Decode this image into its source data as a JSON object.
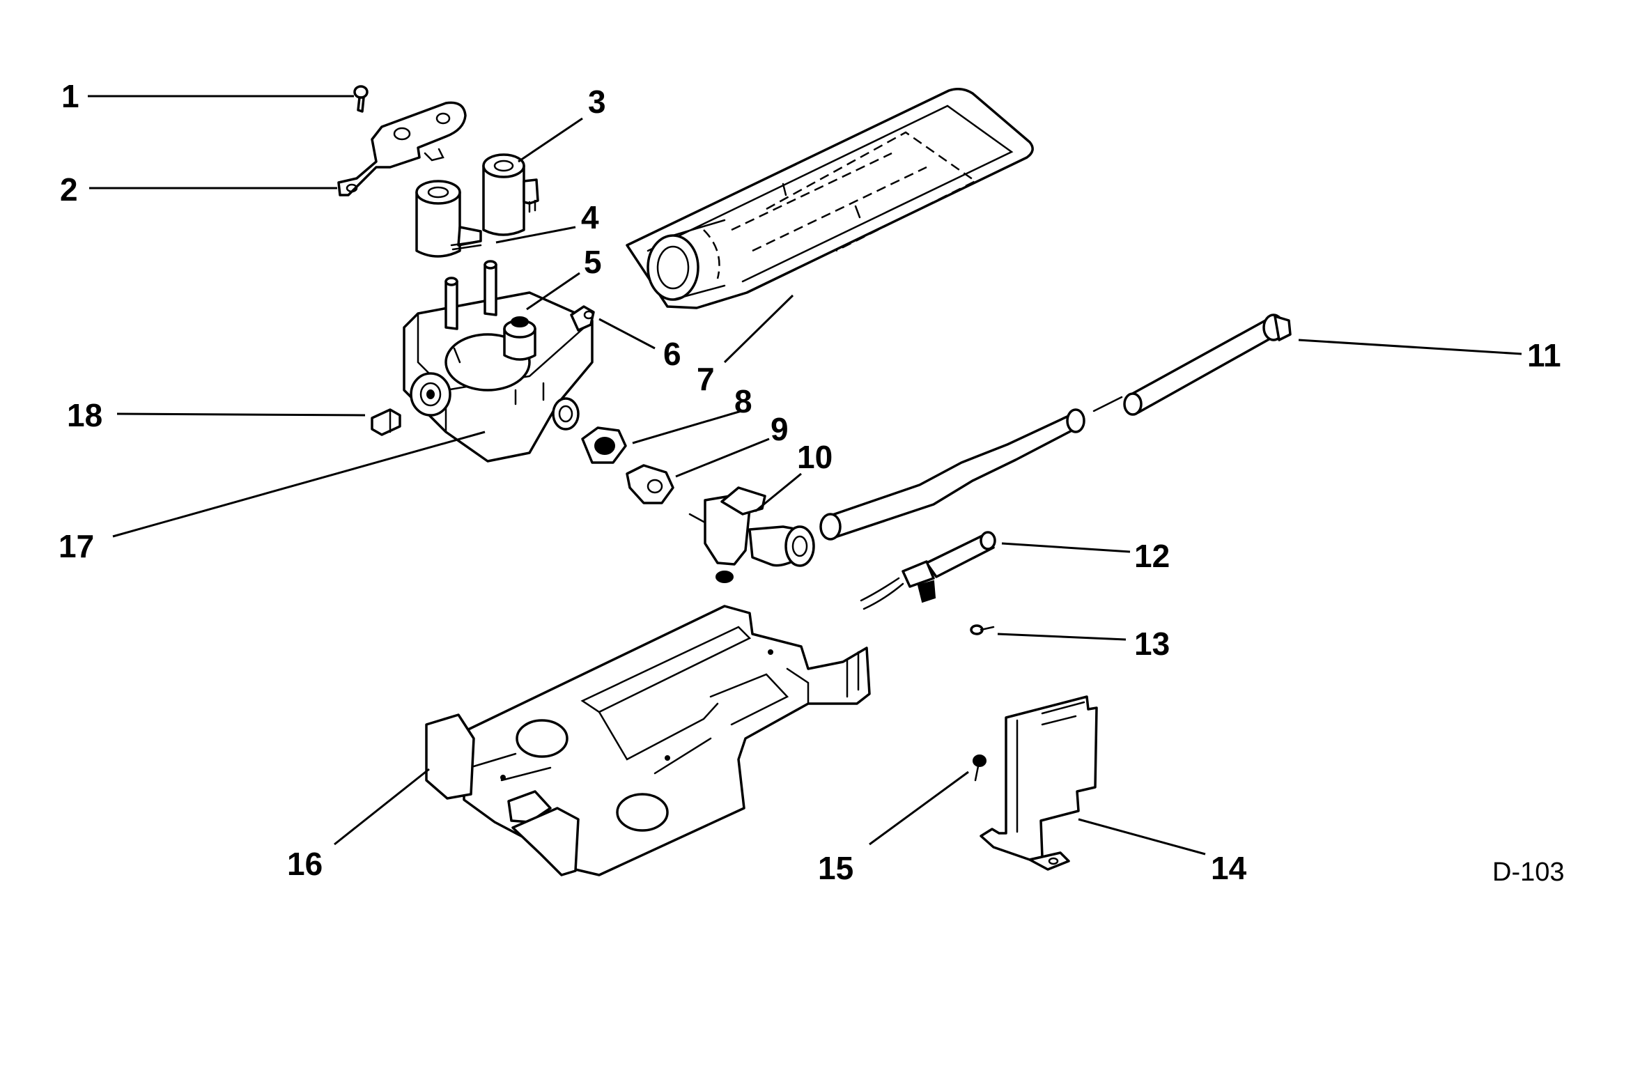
{
  "drawing": {
    "reference": "D-103",
    "callouts": [
      {
        "id": "1",
        "part": "screw"
      },
      {
        "id": "2",
        "part": "bracket"
      },
      {
        "id": "3",
        "part": "solenoid-coil"
      },
      {
        "id": "4",
        "part": "solenoid-coil"
      },
      {
        "id": "5",
        "part": "regulator"
      },
      {
        "id": "6",
        "part": "fitting"
      },
      {
        "id": "7",
        "part": "burner"
      },
      {
        "id": "8",
        "part": "nut"
      },
      {
        "id": "9",
        "part": "orifice"
      },
      {
        "id": "10",
        "part": "elbow-valve"
      },
      {
        "id": "11",
        "part": "tube"
      },
      {
        "id": "12",
        "part": "thermocouple"
      },
      {
        "id": "13",
        "part": "screw"
      },
      {
        "id": "14",
        "part": "shield"
      },
      {
        "id": "15",
        "part": "screw"
      },
      {
        "id": "16",
        "part": "mounting-plate"
      },
      {
        "id": "17",
        "part": "valve-body"
      },
      {
        "id": "18",
        "part": "fitting"
      }
    ]
  }
}
